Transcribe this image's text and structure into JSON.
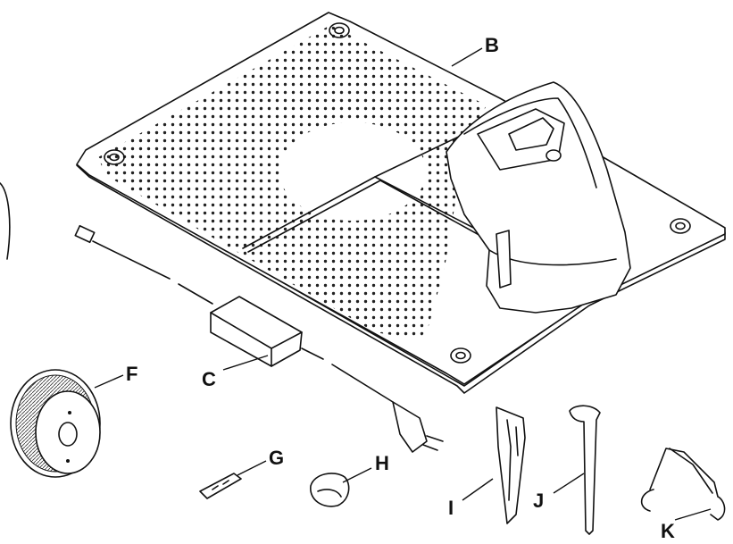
{
  "labels": {
    "B": "B",
    "C": "C",
    "F": "F",
    "G": "G",
    "H": "H",
    "I": "I",
    "J": "J",
    "K": "K"
  }
}
